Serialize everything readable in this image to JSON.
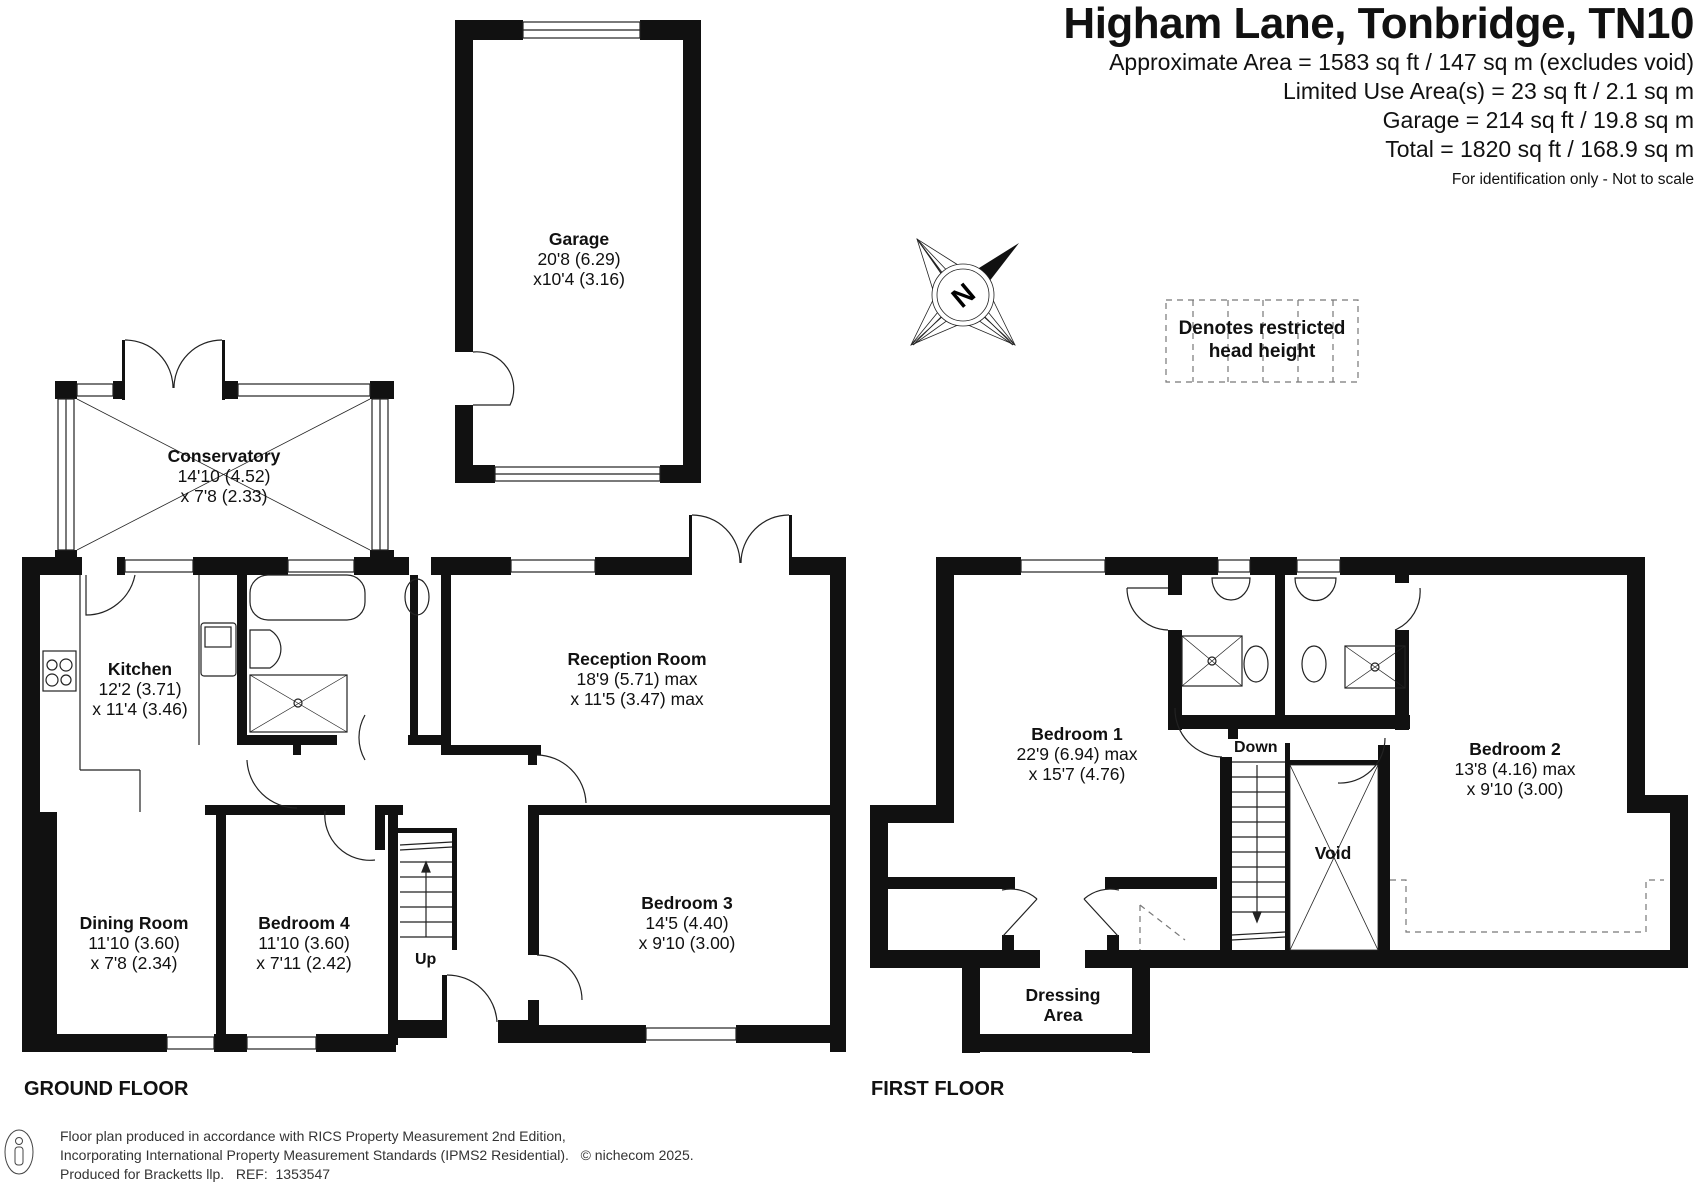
{
  "header": {
    "title": "Higham Lane, Tonbridge, TN10",
    "lines": [
      "Approximate Area = 1583 sq ft / 147 sq m (excludes void)",
      "Limited Use Area(s) = 23 sq ft / 2.1 sq m",
      "Garage = 214 sq ft / 19.8 sq m",
      "Total = 1820 sq ft / 168.9 sq m"
    ],
    "note": "For identification only - Not to scale"
  },
  "legend": {
    "restricted_head_height": "Denotes restricted head height"
  },
  "compass": {
    "label": "N",
    "icon": "north-arrow-compass-icon"
  },
  "floors": {
    "ground": {
      "label": "GROUND FLOOR",
      "rooms": [
        {
          "name": "Garage",
          "dim1": "20'8 (6.29)",
          "dim2": "x10'4 (3.16)"
        },
        {
          "name": "Conservatory",
          "dim1": "14'10 (4.52)",
          "dim2": "x 7'8 (2.33)"
        },
        {
          "name": "Kitchen",
          "dim1": "12'2 (3.71)",
          "dim2": "x 11'4 (3.46)"
        },
        {
          "name": "Reception Room",
          "dim1": "18'9 (5.71) max",
          "dim2": "x 11'5 (3.47) max"
        },
        {
          "name": "Bedroom 3",
          "dim1": "14'5 (4.40)",
          "dim2": "x 9'10 (3.00)"
        },
        {
          "name": "Dining Room",
          "dim1": "11'10 (3.60)",
          "dim2": "x 7'8 (2.34)"
        },
        {
          "name": "Bedroom 4",
          "dim1": "11'10 (3.60)",
          "dim2": "x 7'11 (2.42)"
        }
      ],
      "stairs_label": "Up"
    },
    "first": {
      "label": "FIRST FLOOR",
      "rooms": [
        {
          "name": "Bedroom 1",
          "dim1": "22'9 (6.94) max",
          "dim2": "x 15'7 (4.76)"
        },
        {
          "name": "Bedroom 2",
          "dim1": "13'8 (4.16) max",
          "dim2": "x 9'10 (3.00)"
        },
        {
          "name": "Void"
        },
        {
          "name": "Dressing Area"
        }
      ],
      "stairs_label": "Down"
    }
  },
  "footer": {
    "lines": [
      "Floor plan produced in accordance with RICS Property Measurement 2nd Edition,",
      "Incorporating International Property Measurement Standards (IPMS2 Residential).   © nichecom 2025.",
      "Produced for Bracketts llp.   REF:  1353547"
    ]
  },
  "colors": {
    "wall": "#111111",
    "line": "#222222",
    "background": "#ffffff",
    "dashed": "#777777"
  }
}
